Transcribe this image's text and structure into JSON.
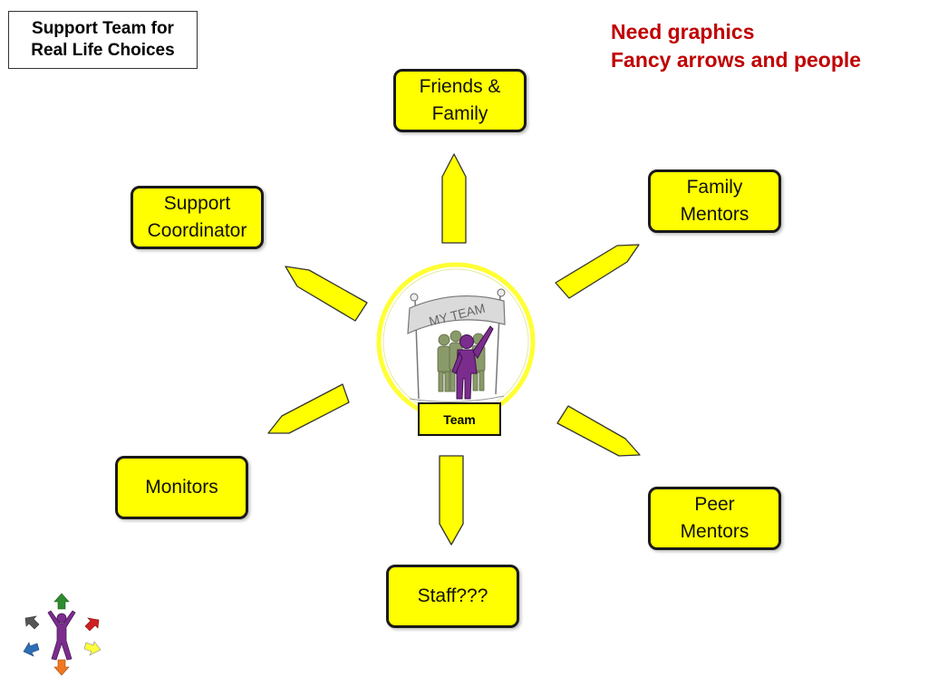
{
  "title": {
    "line1": "Support Team for",
    "line2": "Real Life Choices"
  },
  "note": {
    "line1": "Need graphics",
    "line2": "Fancy arrows and people"
  },
  "center": {
    "banner_text": "MY TEAM",
    "label": "Team"
  },
  "nodes": {
    "friends_family": "Friends &\nFamily",
    "family_mentors": "Family\nMentors",
    "support_coordinator": "Support\nCoordinator",
    "monitors": "Monitors",
    "peer_mentors": "Peer\nMentors",
    "staff": "Staff???"
  },
  "colors": {
    "node_fill": "#ffff00",
    "node_border": "#1a1a1a",
    "note_text": "#c00000",
    "center_ring": "#ffff33",
    "person_figure": "#7b2d8e",
    "team_figures": "#8a9a6a"
  },
  "icons": {
    "center_image": "team-banner-illustration",
    "corner_logo": "person-with-colored-arrows-logo"
  }
}
